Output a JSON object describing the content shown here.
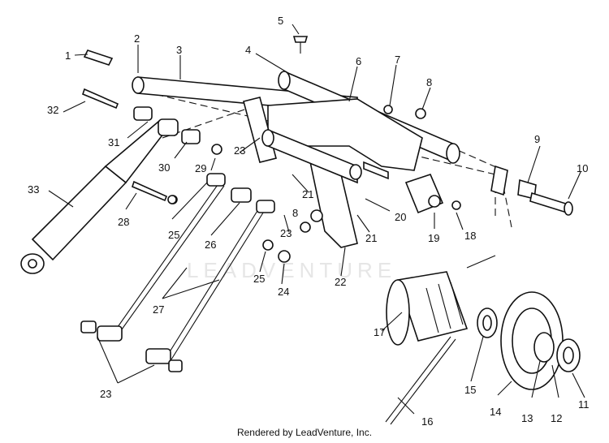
{
  "diagram": {
    "watermark": "LEADVENTURE",
    "footer": "Rendered by LeadVenture, Inc.",
    "callouts": [
      "1",
      "2",
      "3",
      "4",
      "5",
      "6",
      "7",
      "8",
      "9",
      "10",
      "11",
      "12",
      "13",
      "14",
      "15",
      "16",
      "17",
      "18",
      "19",
      "20",
      "21",
      "21",
      "22",
      "23",
      "23",
      "23",
      "24",
      "25",
      "25",
      "26",
      "27",
      "28",
      "29",
      "30",
      "31",
      "32",
      "33",
      "8"
    ]
  }
}
